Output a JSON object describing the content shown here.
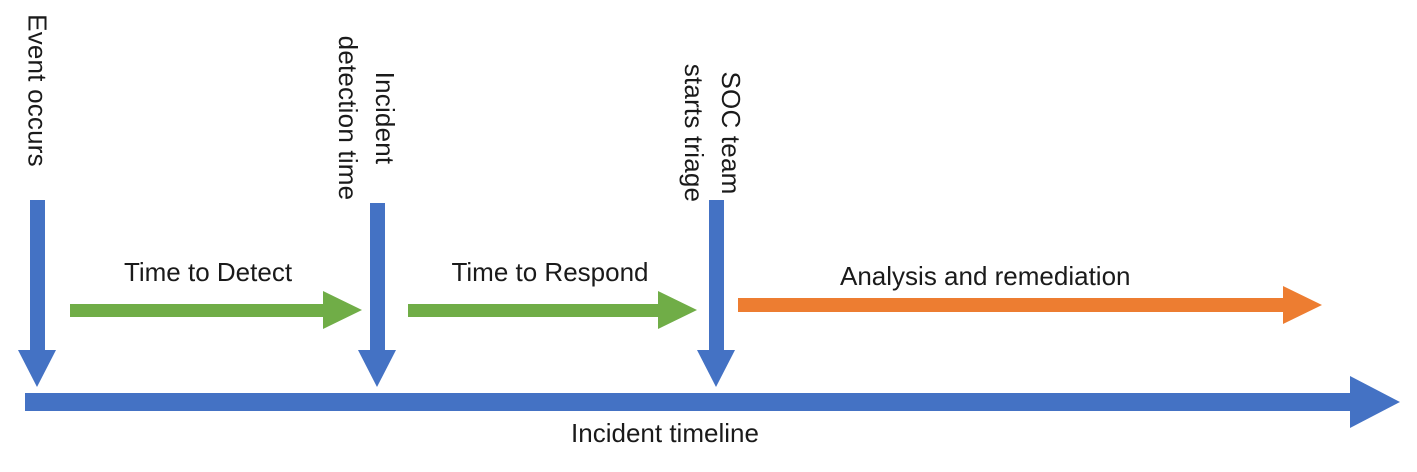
{
  "diagram": {
    "background": "#ffffff",
    "colors": {
      "timeline_blue": "#4472C4",
      "phase_green": "#70AD47",
      "phase_orange": "#ED7D31",
      "text": "#1a1a1a"
    },
    "milestones": [
      {
        "label": "Event occurs"
      },
      {
        "label": "Incident\ndetection time"
      },
      {
        "label": "SOC team\nstarts triage"
      }
    ],
    "phases": [
      {
        "label": "Time to Detect"
      },
      {
        "label": "Time to Respond"
      },
      {
        "label": "Analysis and remediation"
      }
    ],
    "timeline": {
      "label": "Incident timeline"
    }
  }
}
